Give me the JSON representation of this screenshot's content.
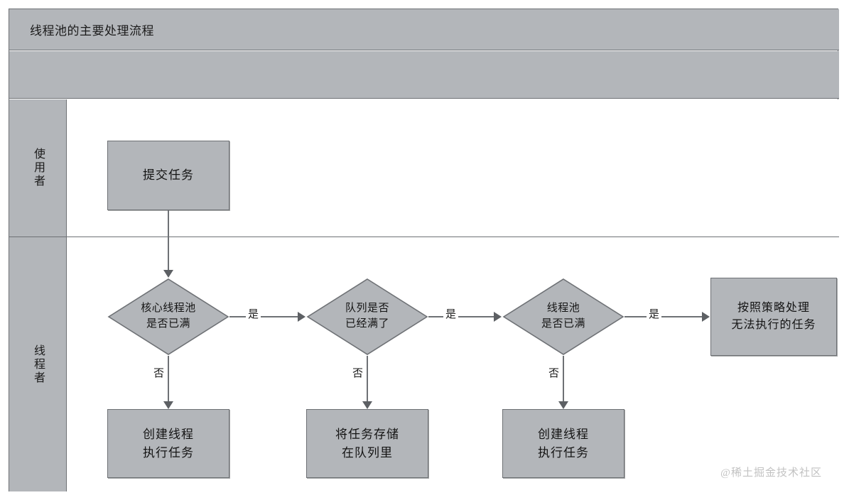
{
  "diagram": {
    "title": "线程池的主要处理流程",
    "watermark": "@稀土掘金技术社区",
    "colors": {
      "node_fill": "#b3b6ba",
      "node_stroke": "#6e7175",
      "lane_header_fill": "#b3b6ba",
      "canvas": "#ffffff",
      "connector": "#6e7175",
      "watermark_text": "#c2c2c2"
    },
    "lanes": [
      {
        "id": "user",
        "label": "使用者"
      },
      {
        "id": "thread",
        "label": "线程者"
      }
    ],
    "nodes": {
      "submit_task": {
        "type": "process",
        "label": "提交任务",
        "lane": "user"
      },
      "core_pool_full": {
        "type": "decision",
        "label": "核心线程池\n是否已满",
        "lane": "thread"
      },
      "queue_full": {
        "type": "decision",
        "label": "队列是否\n已经满了",
        "lane": "thread"
      },
      "pool_full": {
        "type": "decision",
        "label": "线程池\n是否已满",
        "lane": "thread"
      },
      "policy_handle": {
        "type": "process",
        "label": "按照策略处理\n无法执行的任务",
        "lane": "thread"
      },
      "create_thread_1": {
        "type": "process",
        "label": "创建线程\n执行任务",
        "lane": "thread"
      },
      "store_in_queue": {
        "type": "process",
        "label": "将任务存储\n在队列里",
        "lane": "thread"
      },
      "create_thread_2": {
        "type": "process",
        "label": "创建线程\n执行任务",
        "lane": "thread"
      }
    },
    "edges": [
      {
        "from": "submit_task",
        "to": "core_pool_full",
        "label": ""
      },
      {
        "from": "core_pool_full",
        "to": "queue_full",
        "label": "是"
      },
      {
        "from": "core_pool_full",
        "to": "create_thread_1",
        "label": "否"
      },
      {
        "from": "queue_full",
        "to": "pool_full",
        "label": "是"
      },
      {
        "from": "queue_full",
        "to": "store_in_queue",
        "label": "否"
      },
      {
        "from": "pool_full",
        "to": "policy_handle",
        "label": "是"
      },
      {
        "from": "pool_full",
        "to": "create_thread_2",
        "label": "否"
      }
    ],
    "labels": {
      "yes": "是",
      "no": "否"
    }
  }
}
